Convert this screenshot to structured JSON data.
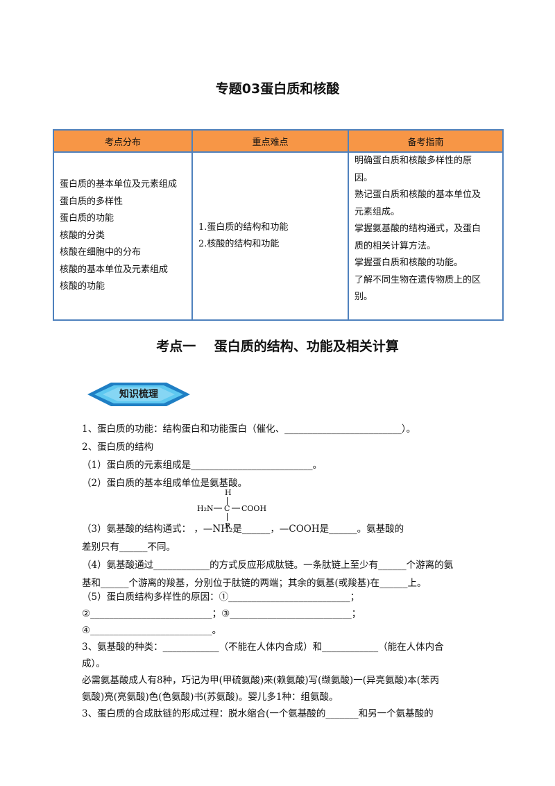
{
  "title": "专题03蛋白质和核酸",
  "table": {
    "headers": [
      "考点分布",
      "重点难点",
      "备考指南"
    ],
    "col1": [
      "蛋白质的基本单位及元素组成",
      "蛋白质的多样性",
      "蛋白质的功能",
      "核酸的分类",
      "核酸在细胞中的分布",
      "核酸的基本单位及元素组成",
      "核酸的功能"
    ],
    "col2": [
      "1.蛋白质的结构和功能",
      "2.核酸的结构和功能"
    ],
    "col3": [
      "明确蛋白质和核酸多样性的原",
      "因。",
      "熟记蛋白质和核酸的基本单位及",
      "元素组成。",
      "掌握氨基酸的结构通式，及蛋白",
      "质的相关计算方法。",
      "掌握蛋白质和核酸的功能。",
      "了解不同生物在遗传物质上的区",
      "别。"
    ]
  },
  "section_title": "考点一    蛋白质的结构、功能及相关计算",
  "badge_label": "知识梳理",
  "formula": {
    "top": "H",
    "left": "H₂N",
    "center": "C",
    "right": "COOH",
    "bottom": "R"
  },
  "lines": [
    "1、蛋白质的功能：结构蛋白和功能蛋白（催化、_________________________）。",
    "2、蛋白质的结构",
    "（1）蛋白质的元素组成是__________________________。",
    "（2）蛋白质的基本组成单位是氨基酸。",
    "（3）氨基酸的结构通式：                                    ，—NH₂是______，—COOH是______。氨基酸的",
    "差别只有______不同。",
    "（4）氨基酸通过____________的方式反应形成肽链。一条肽链上至少有______个游离的氨",
    "基和______个游离的羧基，分别位于肽链的两端；其余的氨基(或羧基)在______上。",
    "（5）蛋白质结构多样性的原因：①__________________________；",
    "②__________________________；③__________________________；",
    "④__________________________。",
    "3、氨基酸的种类：____________（不能在人体内合成）和____________（能在人体内合",
    "成）。",
    "必需氨基酸成人有8种，巧记为甲(甲硫氨酸)来(赖氨酸)写(缬氨酸)一(异亮氨酸)本(苯丙",
    "氨酸)亮(亮氨酸)色(色氨酸)书(苏氨酸)。婴儿多1种：组氨酸。",
    "3、蛋白质的合成肽链的形成过程：脱水缩合(一个氨基酸的_______和另一个氨基酸的"
  ]
}
